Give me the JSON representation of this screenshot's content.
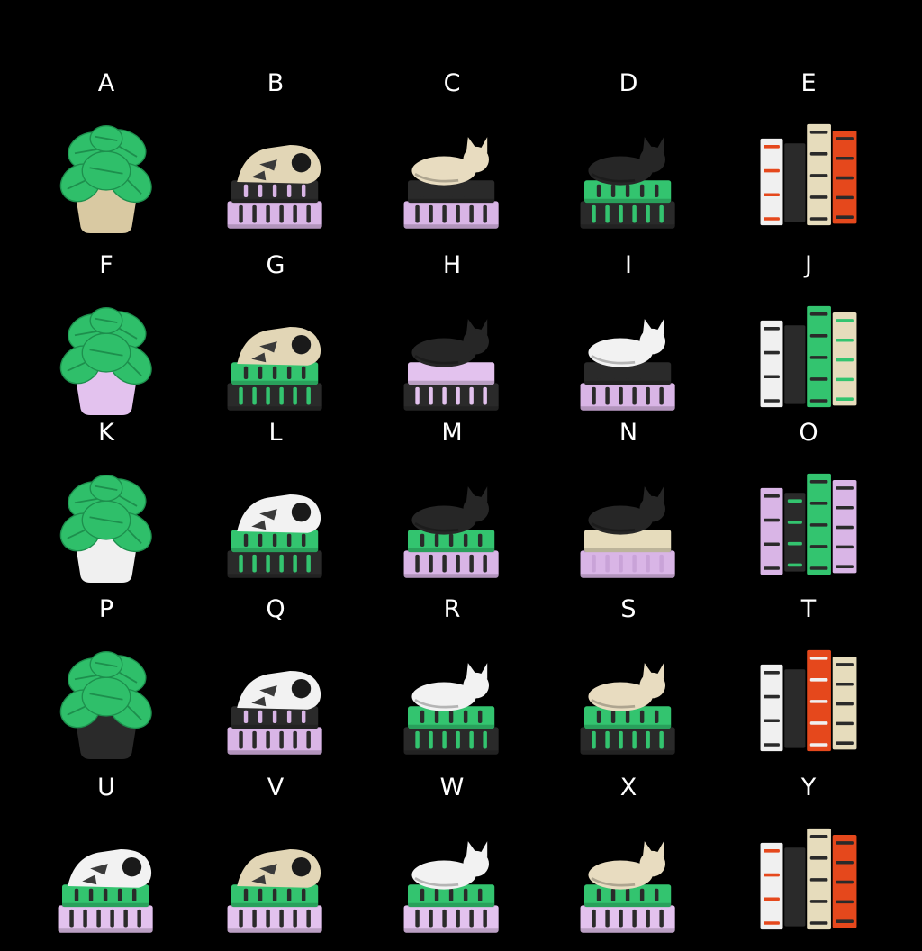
{
  "palette": {
    "background": "#000000",
    "leaf_green": "#2fbf6a",
    "bright_green": "#33c46f",
    "lilac": "#d9b5e6",
    "black_filament": "#2a2a2a",
    "cream": "#e6dcbc",
    "white": "#f0f0f0",
    "orange": "#e5481c"
  },
  "items": [
    {
      "label": "A",
      "kind": "plant",
      "pot": "#d9c9a2"
    },
    {
      "label": "B",
      "kind": "skull",
      "skull": "#e2d6b6",
      "top": "#2a2a2a",
      "top_stripe": "#d9b5e6",
      "bottom": "#d9b5e6",
      "bottom_stripe": "#2a2a2a"
    },
    {
      "label": "C",
      "kind": "cat",
      "cat": "#e8dcc0",
      "top": "#2a2a2a",
      "top_stripe": "#2a2a2a",
      "bottom": "#d9b5e6",
      "bottom_stripe": "#2a2a2a"
    },
    {
      "label": "D",
      "kind": "cat",
      "cat": "#262626",
      "top": "#33c46f",
      "top_stripe": "#2a2a2a",
      "bottom": "#2a2a2a",
      "bottom_stripe": "#33c46f"
    },
    {
      "label": "E",
      "kind": "books",
      "books": [
        "#f0f0f0",
        "#2a2a2a",
        "#e6dcbc",
        "#e5481c"
      ],
      "stripes": [
        "#e5481c",
        "#2a2a2a",
        "#2a2a2a",
        "#2a2a2a"
      ]
    },
    {
      "label": "F",
      "kind": "plant",
      "pot": "#e3c2ee"
    },
    {
      "label": "G",
      "kind": "skull",
      "skull": "#e2d6b6",
      "top": "#33c46f",
      "top_stripe": "#2a2a2a",
      "bottom": "#2a2a2a",
      "bottom_stripe": "#33c46f"
    },
    {
      "label": "H",
      "kind": "cat",
      "cat": "#262626",
      "top": "#e3c2ee",
      "top_stripe": "#e3c2ee",
      "bottom": "#2a2a2a",
      "bottom_stripe": "#e3c2ee"
    },
    {
      "label": "I",
      "kind": "cat",
      "cat": "#f2f2f2",
      "top": "#2a2a2a",
      "top_stripe": "#2a2a2a",
      "bottom": "#d9b5e6",
      "bottom_stripe": "#2a2a2a"
    },
    {
      "label": "J",
      "kind": "books",
      "books": [
        "#f0f0f0",
        "#2a2a2a",
        "#33c46f",
        "#e6dcbc"
      ],
      "stripes": [
        "#2a2a2a",
        "#2a2a2a",
        "#2a2a2a",
        "#33c46f"
      ]
    },
    {
      "label": "K",
      "kind": "plant",
      "pot": "#f0f0f0"
    },
    {
      "label": "L",
      "kind": "skull",
      "skull": "#f2f2f2",
      "top": "#33c46f",
      "top_stripe": "#2a2a2a",
      "bottom": "#2a2a2a",
      "bottom_stripe": "#33c46f"
    },
    {
      "label": "M",
      "kind": "cat",
      "cat": "#262626",
      "top": "#33c46f",
      "top_stripe": "#2a2a2a",
      "bottom": "#d9b5e6",
      "bottom_stripe": "#2a2a2a"
    },
    {
      "label": "N",
      "kind": "cat",
      "cat": "#262626",
      "top": "#e6dcbc",
      "top_stripe": "#e6dcbc",
      "bottom": "#d9b5e6",
      "bottom_stripe": "#c9a3d8"
    },
    {
      "label": "O",
      "kind": "books",
      "books": [
        "#d9b5e6",
        "#2a2a2a",
        "#33c46f",
        "#d9b5e6"
      ],
      "stripes": [
        "#2a2a2a",
        "#33c46f",
        "#2a2a2a",
        "#2a2a2a"
      ]
    },
    {
      "label": "P",
      "kind": "plant",
      "pot": "#2a2a2a"
    },
    {
      "label": "Q",
      "kind": "skull",
      "skull": "#f2f2f2",
      "top": "#2a2a2a",
      "top_stripe": "#d9b5e6",
      "bottom": "#d9b5e6",
      "bottom_stripe": "#2a2a2a"
    },
    {
      "label": "R",
      "kind": "cat",
      "cat": "#f2f2f2",
      "top": "#33c46f",
      "top_stripe": "#2a2a2a",
      "bottom": "#2a2a2a",
      "bottom_stripe": "#33c46f"
    },
    {
      "label": "S",
      "kind": "cat",
      "cat": "#e8dcc0",
      "top": "#33c46f",
      "top_stripe": "#2a2a2a",
      "bottom": "#2a2a2a",
      "bottom_stripe": "#33c46f"
    },
    {
      "label": "T",
      "kind": "books",
      "books": [
        "#f0f0f0",
        "#2a2a2a",
        "#e5481c",
        "#e6dcbc"
      ],
      "stripes": [
        "#2a2a2a",
        "#2a2a2a",
        "#f0f0f0",
        "#2a2a2a"
      ]
    },
    {
      "label": "U",
      "kind": "skull",
      "skull": "#f2f2f2",
      "top": "#33c46f",
      "top_stripe": "#2a2a2a",
      "bottom": "#e3c2ee",
      "bottom_stripe": "#2a2a2a"
    },
    {
      "label": "V",
      "kind": "skull",
      "skull": "#e2d6b6",
      "top": "#33c46f",
      "top_stripe": "#2a2a2a",
      "bottom": "#e3c2ee",
      "bottom_stripe": "#2a2a2a"
    },
    {
      "label": "W",
      "kind": "cat",
      "cat": "#f2f2f2",
      "top": "#33c46f",
      "top_stripe": "#2a2a2a",
      "bottom": "#e3c2ee",
      "bottom_stripe": "#2a2a2a"
    },
    {
      "label": "X",
      "kind": "cat",
      "cat": "#e8dcc0",
      "top": "#33c46f",
      "top_stripe": "#2a2a2a",
      "bottom": "#e3c2ee",
      "bottom_stripe": "#2a2a2a"
    },
    {
      "label": "Y",
      "kind": "books",
      "books": [
        "#f0f0f0",
        "#2a2a2a",
        "#e6dcbc",
        "#e5481c"
      ],
      "stripes": [
        "#e5481c",
        "#2a2a2a",
        "#2a2a2a",
        "#2a2a2a"
      ]
    }
  ]
}
